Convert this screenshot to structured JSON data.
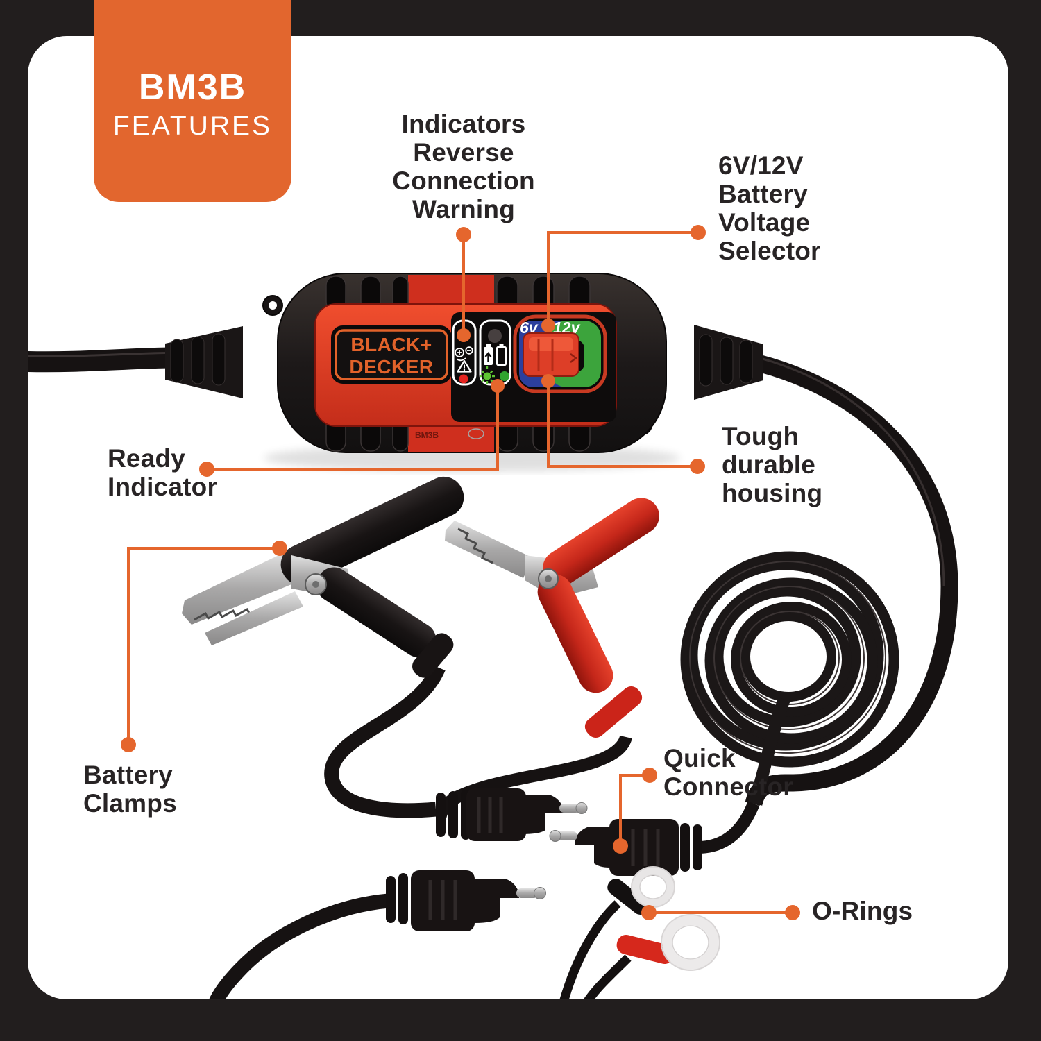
{
  "accent_color": "#E5662D",
  "frame_color": "#221E1E",
  "badge": {
    "model": "BM3B",
    "subtitle": "FEATURES"
  },
  "callouts": {
    "indicators": {
      "lines": [
        "Indicators",
        "Reverse",
        "Connection",
        "Warning"
      ]
    },
    "voltage_selector": {
      "lines": [
        "6V/12V",
        "Battery",
        "Voltage",
        "Selector"
      ]
    },
    "ready_indicator": {
      "lines": [
        "Ready",
        "Indicator"
      ]
    },
    "durable_housing": {
      "lines": [
        "Tough",
        "durable",
        "housing"
      ]
    },
    "battery_clamps": {
      "lines": [
        "Battery",
        "Clamps"
      ]
    },
    "quick_connector": {
      "lines": [
        "Quick",
        "Connector"
      ]
    },
    "o_rings": {
      "lines": [
        "O-Rings"
      ]
    }
  },
  "device": {
    "brand_line1": "BLACK+",
    "brand_line2": "DECKER",
    "model_label": "BM3B",
    "voltage_switch": {
      "low": "6v",
      "high": "12v"
    },
    "status_colors": {
      "warning_led": "#E42420",
      "ready_led": "#30A52F",
      "charging_sun": "#5EC433"
    },
    "panel_colors": {
      "selector_blue": "#2C3F9D",
      "selector_green": "#3CA43C",
      "body_red": "#D8371F"
    },
    "indicator_icons": [
      "reverse-connection-icon",
      "warning-triangle-icon",
      "red-led-icon",
      "charging-battery-icon",
      "battery-outline-icon",
      "charged-sun-icon",
      "green-led-icon"
    ]
  }
}
